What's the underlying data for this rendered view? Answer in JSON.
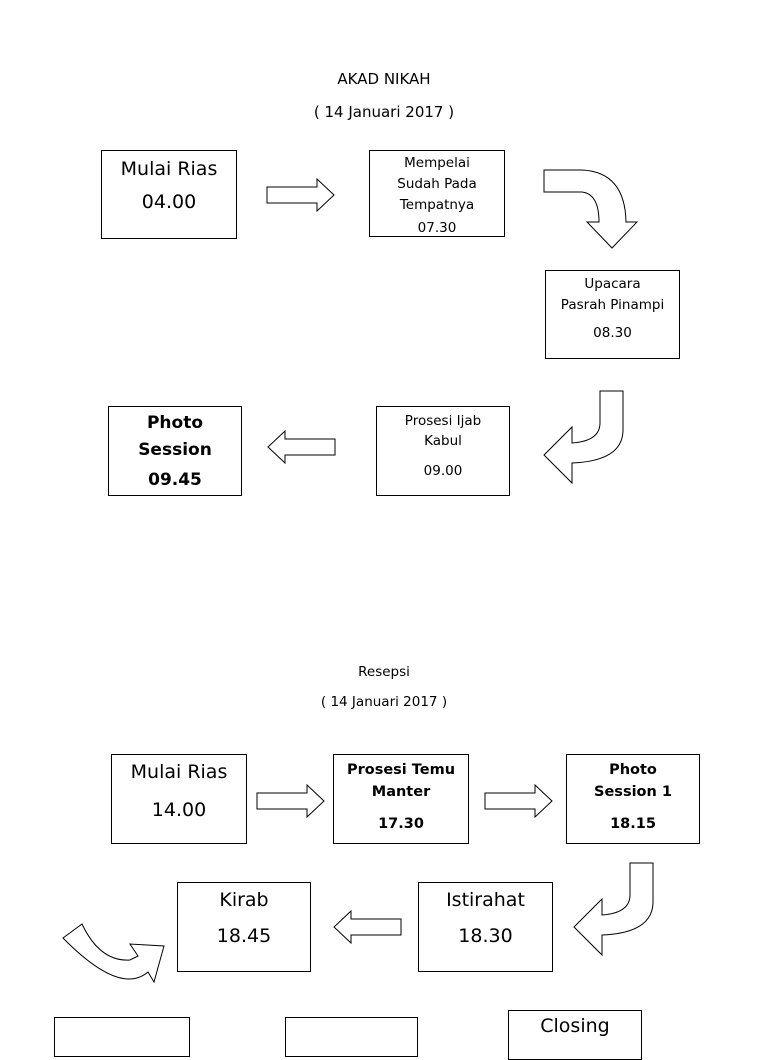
{
  "akad": {
    "title": "AKAD NIKAH",
    "date": "( 14 Januari 2017 )",
    "steps": [
      {
        "label": "Mulai Rias",
        "time": "04.00"
      },
      {
        "label": "Mempelai\nSudah Pada\nTempatnya",
        "time": "07.30"
      },
      {
        "label": "Upacara\nPasrah Pinampi",
        "time": "08.30"
      },
      {
        "label": "Prosesi Ijab\nKabul",
        "time": "09.00"
      },
      {
        "label": "Photo\nSession",
        "time": "09.45"
      }
    ]
  },
  "resepsi": {
    "title": "Resepsi",
    "date": "( 14 Januari 2017 )",
    "steps": [
      {
        "label": "Mulai Rias",
        "time": "14.00"
      },
      {
        "label": "Prosesi Temu\nManter",
        "time": "17.30"
      },
      {
        "label": "Photo\nSession 1",
        "time": "18.15"
      },
      {
        "label": "Istirahat",
        "time": "18.30"
      },
      {
        "label": "Kirab",
        "time": "18.45"
      },
      {
        "label": "Closing",
        "time": ""
      }
    ]
  }
}
